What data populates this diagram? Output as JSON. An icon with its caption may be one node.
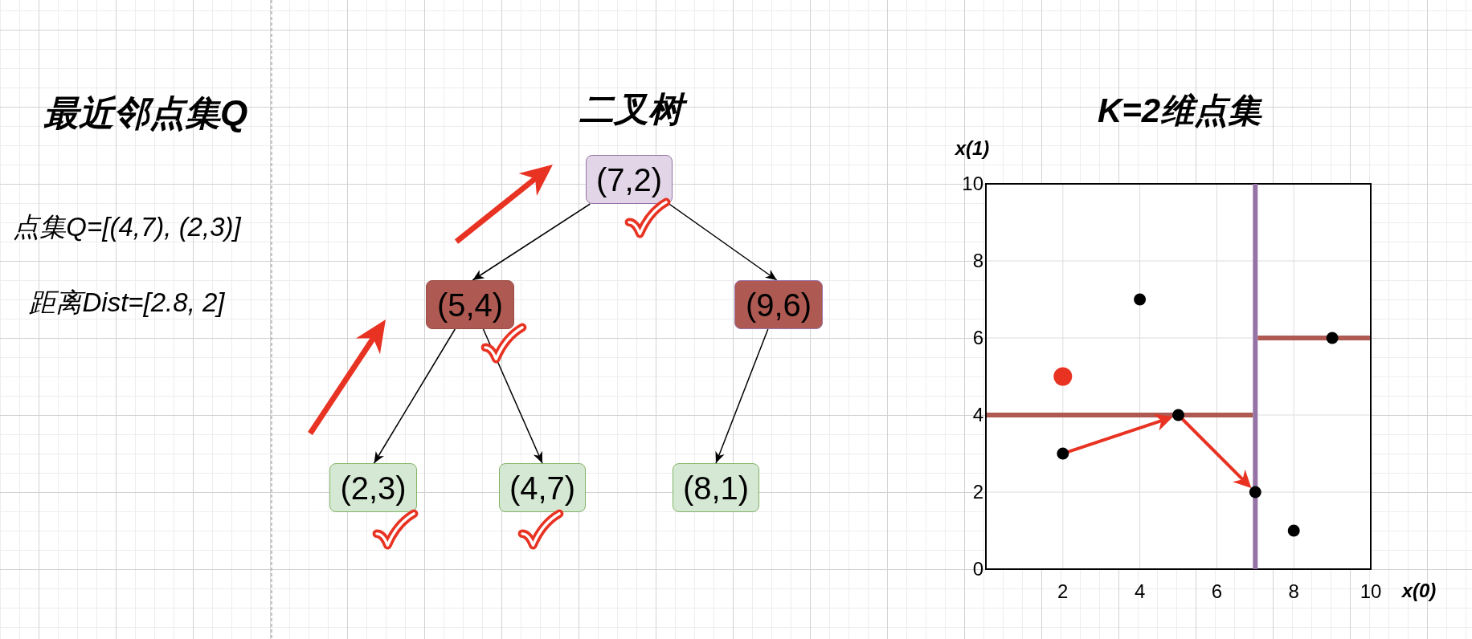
{
  "diagram": {
    "nodes": [
      {
        "text": [
          "(7,2)"
        ]
      },
      {
        "text": [
          "(5,4)"
        ]
      },
      {
        "text": [
          "(9,6)"
        ]
      },
      {
        "text": [
          "(2,3)"
        ]
      },
      {
        "text": [
          "(4,7)"
        ]
      },
      {
        "text": [
          "(8,1)"
        ]
      }
    ],
    "edges": [
      {
        "from": 0,
        "to": 1,
        "arrow": "to"
      },
      {
        "from": 0,
        "to": 2,
        "arrow": "to"
      },
      {
        "from": 1,
        "to": 3,
        "arrow": "to"
      },
      {
        "from": 1,
        "to": 4,
        "arrow": "to"
      },
      {
        "from": 2,
        "to": 5,
        "arrow": "to"
      }
    ],
    "labels": [
      "最近邻点集Q",
      "二叉树",
      "点集Q=[(4,7), (2,3)]",
      "距离Dist=[2.8, 2]"
    ],
    "chart_data": {
      "type": "scatter",
      "title": "K=2维点集",
      "xlabel": "x(0)",
      "ylabel": "x(1)",
      "xlim": [
        0,
        10
      ],
      "ylim": [
        0,
        10
      ],
      "xticks": [
        2,
        4,
        6,
        8,
        10
      ],
      "yticks": [
        0,
        2,
        4,
        6,
        8,
        10
      ],
      "grid": true,
      "x": [
        7,
        5,
        9,
        2,
        4,
        8,
        2
      ],
      "series": [
        {
          "color": "#000000",
          "values": [
            2,
            4,
            6,
            3,
            7,
            1,
            null
          ]
        },
        {
          "color": "#e83323",
          "values": [
            null,
            null,
            null,
            null,
            null,
            null,
            5
          ]
        }
      ],
      "ref_lines": [
        {
          "axis": "x",
          "value": 7,
          "color": "#9673a6"
        },
        {
          "axis": "y",
          "value": 4,
          "color": "#ae5a52"
        },
        {
          "axis": "y",
          "value": 6,
          "color": "#ae5a52"
        }
      ]
    }
  }
}
